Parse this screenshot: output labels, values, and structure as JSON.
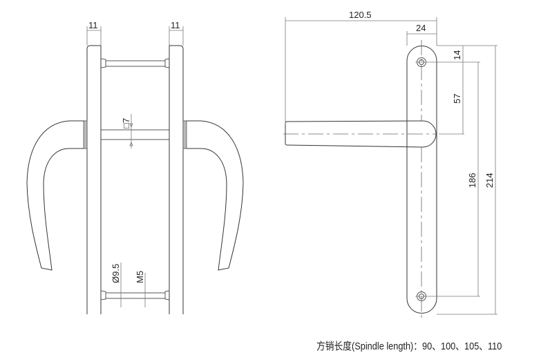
{
  "side_view": {
    "plate_width_left": "11",
    "plate_width_right": "11",
    "square_spindle": "□7",
    "screw_diameter": "Ø9.5",
    "screw_thread": "M5"
  },
  "front_view": {
    "overall_projection": "120.5",
    "plate_width": "24",
    "hole_offset": "14",
    "hole_to_spindle": "57",
    "hole_spacing": "186",
    "plate_length": "214"
  },
  "caption": "方销长度(Spindle length)：90、100、105、110"
}
